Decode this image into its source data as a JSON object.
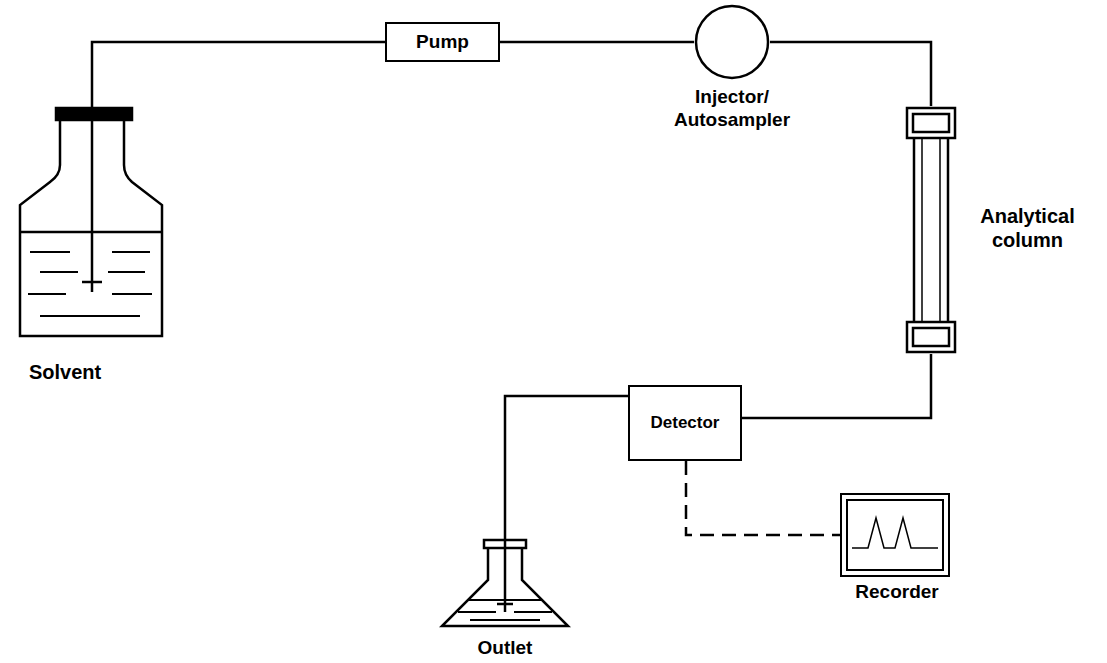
{
  "diagram": {
    "nodes": [
      {
        "text": [
          "Solvent"
        ]
      },
      {
        "text": [
          "Pump"
        ]
      },
      {
        "text": [
          "Injector/ Autosampler"
        ]
      },
      {
        "text": [
          "Analytical column"
        ]
      },
      {
        "text": [
          "Detector"
        ]
      },
      {
        "text": [
          "Outlet"
        ]
      },
      {
        "text": [
          "Recorder"
        ]
      }
    ],
    "edges": [
      {
        "from": 0,
        "to": 1,
        "arrow": "none"
      },
      {
        "from": 1,
        "to": 2,
        "arrow": "none"
      },
      {
        "from": 2,
        "to": 3,
        "arrow": "none"
      },
      {
        "from": 3,
        "to": 4,
        "arrow": "none"
      },
      {
        "from": 4,
        "to": 5,
        "arrow": "none"
      },
      {
        "from": 4,
        "to": 6,
        "arrow": "none"
      }
    ]
  }
}
